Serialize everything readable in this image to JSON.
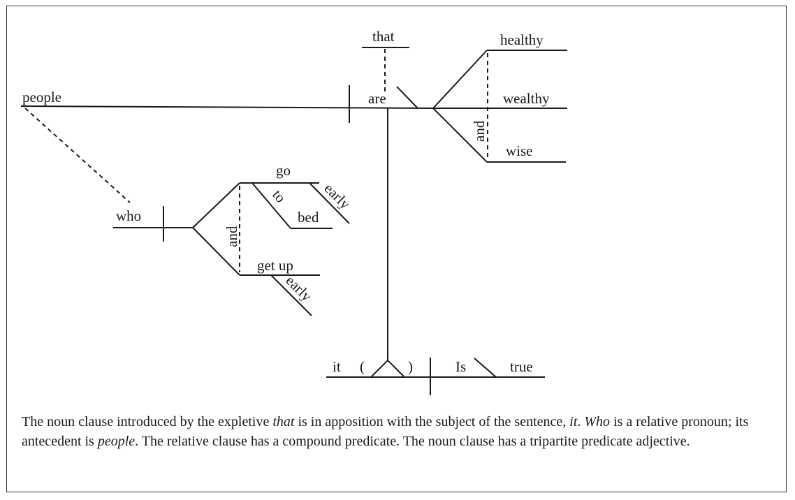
{
  "diagram": {
    "words": {
      "people": "people",
      "are": "are",
      "that": "that",
      "healthy": "healthy",
      "wealthy": "wealthy",
      "wise": "wise",
      "and_predicate": "and",
      "who": "who",
      "go": "go",
      "to": "to",
      "bed": "bed",
      "early_go": "early",
      "and_relative": "and",
      "get_up": "get up",
      "early_get_up": "early",
      "it": "it",
      "paren_open": "(",
      "paren_close": ")",
      "is": "Is",
      "true": "true"
    }
  },
  "caption": {
    "s1_before": "The noun clause introduced by the expletive ",
    "s1_that": "that",
    "s1_after": " is in apposition with the subject of the sentence, ",
    "s1_it": "it",
    "s1_end": ". ",
    "s2_who": "Who",
    "s2_before": " is a relative pronoun; its antecedent is ",
    "s2_people": "people",
    "s2_end": ". The relative clause has a compound predicate. The noun clause has a tripartite predicate adjective."
  }
}
